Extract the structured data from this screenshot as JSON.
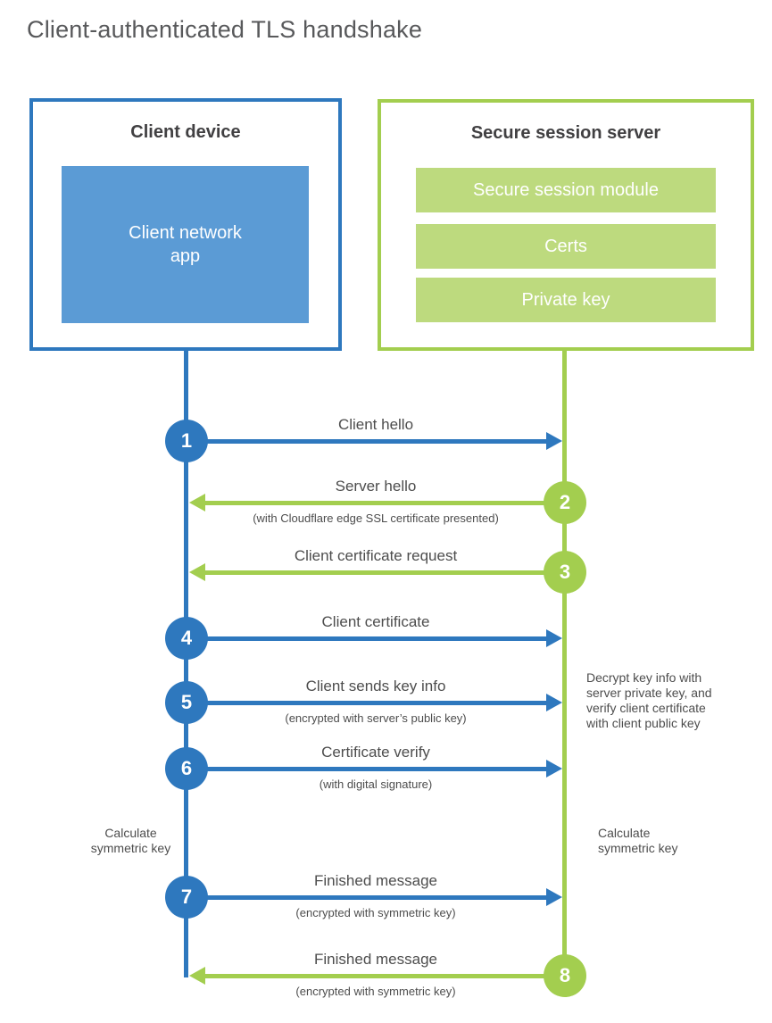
{
  "title": "Client-authenticated TLS handshake",
  "colors": {
    "blue": "#2E78BE",
    "blue_light": "#5B9BD5",
    "green": "#A3CE4F",
    "green_light": "#BDDA7E",
    "heading_text": "#414042",
    "label_text": "#4D4D4D",
    "title_text": "#58595B"
  },
  "client_box": {
    "title": "Client device",
    "inner_label": "Client network\napp"
  },
  "server_box": {
    "title": "Secure session server",
    "modules": [
      "Secure session module",
      "Certs",
      "Private key"
    ]
  },
  "steps": [
    {
      "number": "1",
      "from": "client",
      "to": "server",
      "direction": "right",
      "label": "Client hello",
      "sublabel": ""
    },
    {
      "number": "2",
      "from": "server",
      "to": "client",
      "direction": "left",
      "label": "Server hello",
      "sublabel": "(with Cloudflare edge SSL certificate presented)"
    },
    {
      "number": "3",
      "from": "server",
      "to": "client",
      "direction": "left",
      "label": "Client certificate request",
      "sublabel": ""
    },
    {
      "number": "4",
      "from": "client",
      "to": "server",
      "direction": "right",
      "label": "Client certificate",
      "sublabel": ""
    },
    {
      "number": "5",
      "from": "client",
      "to": "server",
      "direction": "right",
      "label": "Client sends key info",
      "sublabel": "(encrypted with server’s public key)"
    },
    {
      "number": "6",
      "from": "client",
      "to": "server",
      "direction": "right",
      "label": "Certificate verify",
      "sublabel": "(with digital signature)"
    },
    {
      "number": "7",
      "from": "client",
      "to": "server",
      "direction": "right",
      "label": "Finished message",
      "sublabel": "(encrypted with symmetric key)"
    },
    {
      "number": "8",
      "from": "server",
      "to": "client",
      "direction": "left",
      "label": "Finished message",
      "sublabel": "(encrypted with symmetric key)"
    }
  ],
  "annotations": {
    "decrypt_note": "Decrypt key info with\nserver private key, and\nverify client certificate\nwith client public key",
    "calc_symmetric_left": "Calculate\nsymmetric key",
    "calc_symmetric_right": "Calculate\nsymmetric key"
  }
}
